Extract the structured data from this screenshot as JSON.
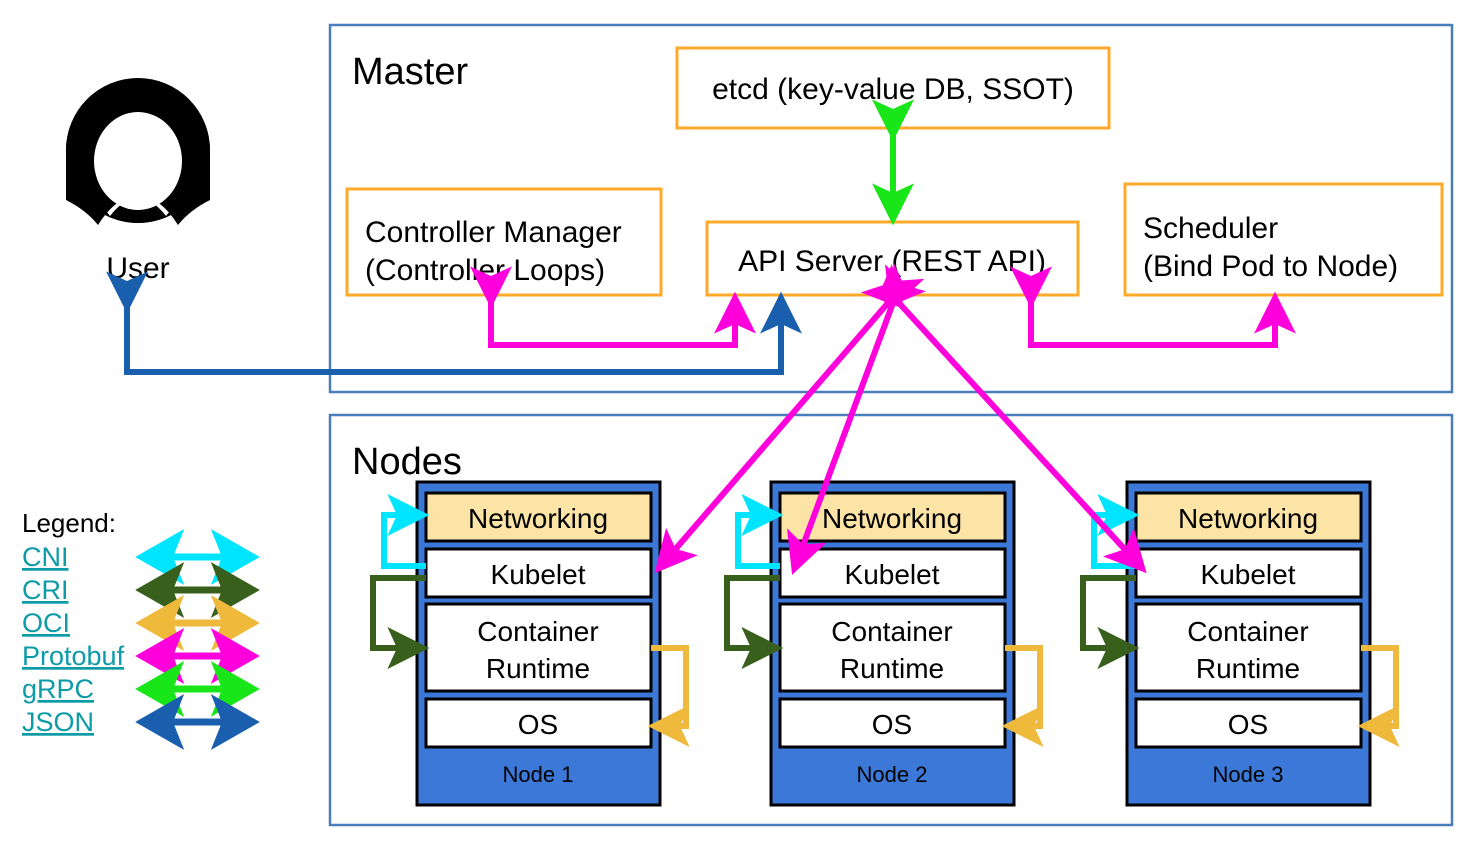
{
  "diagram": {
    "title_master": "Master",
    "title_nodes": "Nodes",
    "user_label": "User",
    "user_icon": "user-avatar-icon"
  },
  "master": {
    "label": "Master",
    "components": [
      {
        "id": "etcd",
        "label": "etcd (key-value DB, SSOT)"
      },
      {
        "id": "controller-manager",
        "line1": "Controller Manager",
        "line2": "(Controller Loops)"
      },
      {
        "id": "api-server",
        "label": "API Server (REST API)"
      },
      {
        "id": "scheduler",
        "line1": "Scheduler",
        "line2": "(Bind Pod to Node)"
      }
    ]
  },
  "nodes": {
    "label": "Nodes",
    "layer_labels": {
      "networking": "Networking",
      "kubelet": "Kubelet",
      "runtime_line1": "Container",
      "runtime_line2": "Runtime",
      "os": "OS"
    },
    "items": [
      {
        "name": "Node 1"
      },
      {
        "name": "Node 2"
      },
      {
        "name": "Node 3"
      }
    ]
  },
  "legend": {
    "title": "Legend:",
    "entries": [
      {
        "label": "CNI",
        "color": "#00E5FF"
      },
      {
        "label": "CRI",
        "color": "#38601C"
      },
      {
        "label": "OCI",
        "color": "#EFBA3C"
      },
      {
        "label": "Protobuf",
        "color": "#FF00DD"
      },
      {
        "label": "gRPC",
        "color": "#19E619"
      },
      {
        "label": "JSON",
        "color": "#1A5FAE"
      }
    ]
  },
  "colors": {
    "group_border": "#4A7EBB",
    "component_border": "#FFA929",
    "node_fill": "#3C78D8",
    "node_border": "#000000",
    "networking_fill": "#FCE3A6",
    "layer_fill": "#FFFFFF",
    "legend_text": "#0E9BA8",
    "cni": "#00E5FF",
    "cri": "#38601C",
    "oci": "#EFBA3C",
    "protobuf": "#FF00DD",
    "grpc": "#19E619",
    "json": "#1A5FAE"
  }
}
